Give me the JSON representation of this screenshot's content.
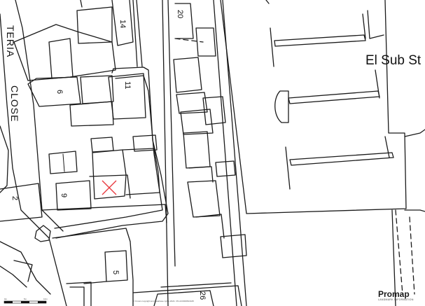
{
  "labels": {
    "el_sub_st": "El Sub St",
    "road_top": "TERIA",
    "road_close": "CLOSE",
    "house_14": "14",
    "house_20": "20",
    "house_6a": "6",
    "house_11": "11",
    "house_9": "9",
    "house_2": "2",
    "house_5": "5",
    "house_26": "26"
  },
  "copyright": "© Crown copyright and database rights 2024. OS AC0000813445",
  "scale_labels": [
    "0m",
    "5m",
    "10m"
  ],
  "brand": {
    "name": "Promap",
    "tagline": "LANDMARK INFORMATION"
  },
  "marker": {
    "type": "cross",
    "color": "#e8383d"
  }
}
